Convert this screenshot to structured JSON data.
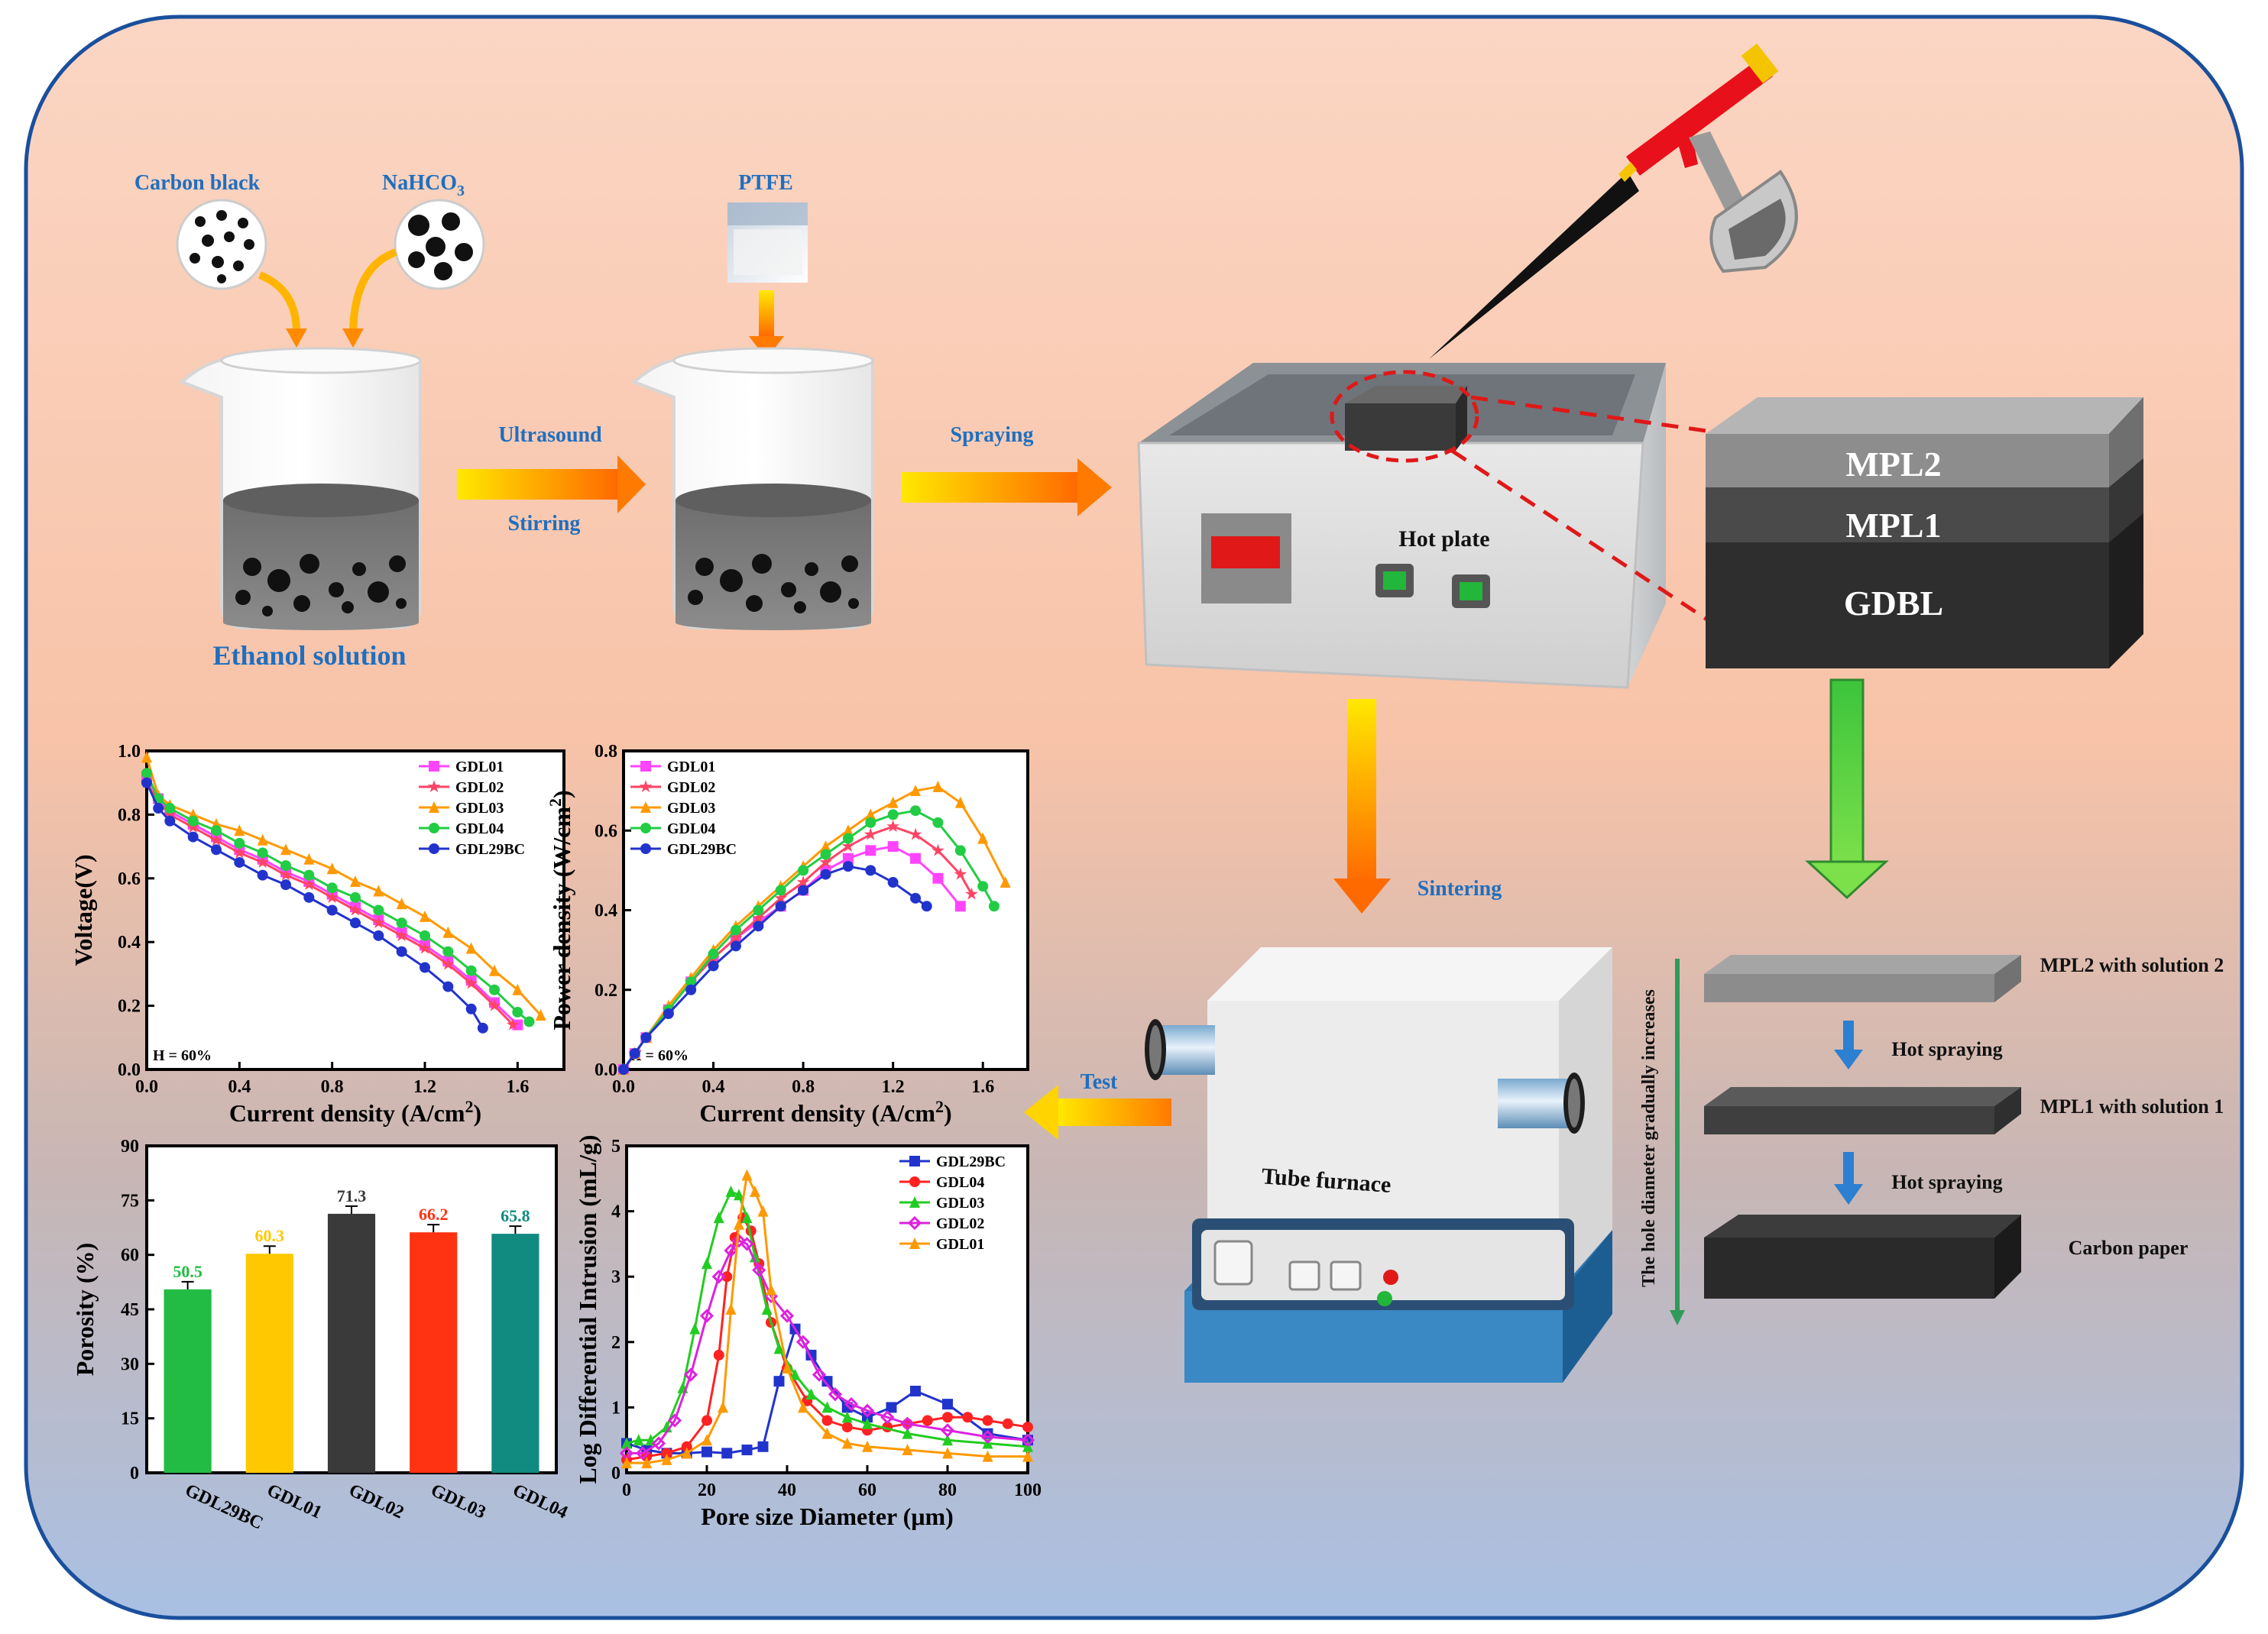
{
  "process": {
    "carbon_black": "Carbon black",
    "nahco3": "NaHCO",
    "nahco3_sub": "3",
    "ptfe": "PTFE",
    "ultrasound": "Ultrasound",
    "stirring": "Stirring",
    "spraying": "Spraying",
    "ethanol": "Ethanol solution",
    "hot_plate": "Hot plate",
    "sintering": "Sintering",
    "tube_furnace": "Tube furnace",
    "test": "Test"
  },
  "layers": {
    "mpl2": "MPL2",
    "mpl1": "MPL1",
    "gdbl": "GDBL"
  },
  "stack": {
    "mpl2_sol": "MPL2 with solution 2",
    "mpl1_sol": "MPL1 with solution 1",
    "carbon_paper": "Carbon paper",
    "hot_spraying_1": "Hot spraying",
    "hot_spraying_2": "Hot spraying",
    "side_text": "The hole diameter gradually increases"
  },
  "colors": {
    "GDL01": "#ff44ff",
    "GDL02": "#ff4466",
    "GDL03": "#ff9900",
    "GDL04": "#22cc44",
    "GDL29BC": "#2233cc",
    "GDL02_pore": "#dd22dd",
    "GDL04_pore": "#ff2222",
    "GDL03_pore": "#22cc22"
  },
  "chart_data": [
    {
      "type": "line",
      "xlabel": "Current density (A/cm",
      "xlabel_sup": "2",
      "xlabel_tail": ")",
      "ylabel": "Voltage(V)",
      "xlim": [
        0,
        1.8
      ],
      "ylim": [
        0,
        1.0
      ],
      "xticks": [
        "0.0",
        "0.4",
        "0.8",
        "1.2",
        "1.6"
      ],
      "yticks": [
        "0.0",
        "0.2",
        "0.4",
        "0.6",
        "0.8",
        "1.0"
      ],
      "annotation": "H = 60%",
      "series": [
        {
          "name": "GDL01",
          "x": [
            0,
            0.05,
            0.1,
            0.2,
            0.3,
            0.4,
            0.5,
            0.6,
            0.7,
            0.8,
            0.9,
            1.0,
            1.1,
            1.2,
            1.3,
            1.4,
            1.5,
            1.6
          ],
          "y": [
            0.92,
            0.85,
            0.81,
            0.77,
            0.73,
            0.69,
            0.66,
            0.62,
            0.59,
            0.55,
            0.51,
            0.47,
            0.43,
            0.39,
            0.34,
            0.28,
            0.21,
            0.14
          ]
        },
        {
          "name": "GDL02",
          "x": [
            0,
            0.05,
            0.1,
            0.2,
            0.3,
            0.4,
            0.5,
            0.6,
            0.7,
            0.8,
            0.9,
            1.0,
            1.1,
            1.2,
            1.3,
            1.4,
            1.5,
            1.58
          ],
          "y": [
            0.9,
            0.84,
            0.8,
            0.76,
            0.72,
            0.68,
            0.65,
            0.61,
            0.58,
            0.54,
            0.5,
            0.46,
            0.42,
            0.38,
            0.33,
            0.27,
            0.2,
            0.14
          ]
        },
        {
          "name": "GDL03",
          "x": [
            0,
            0.05,
            0.1,
            0.2,
            0.3,
            0.4,
            0.5,
            0.6,
            0.7,
            0.8,
            0.9,
            1.0,
            1.1,
            1.2,
            1.3,
            1.4,
            1.5,
            1.6,
            1.7
          ],
          "y": [
            0.98,
            0.86,
            0.83,
            0.8,
            0.77,
            0.75,
            0.72,
            0.69,
            0.66,
            0.63,
            0.59,
            0.56,
            0.52,
            0.48,
            0.43,
            0.38,
            0.31,
            0.25,
            0.17
          ]
        },
        {
          "name": "GDL04",
          "x": [
            0,
            0.05,
            0.1,
            0.2,
            0.3,
            0.4,
            0.5,
            0.6,
            0.7,
            0.8,
            0.9,
            1.0,
            1.1,
            1.2,
            1.3,
            1.4,
            1.5,
            1.6,
            1.65
          ],
          "y": [
            0.93,
            0.85,
            0.82,
            0.78,
            0.75,
            0.71,
            0.68,
            0.64,
            0.61,
            0.57,
            0.54,
            0.5,
            0.46,
            0.42,
            0.37,
            0.31,
            0.25,
            0.18,
            0.15
          ]
        },
        {
          "name": "GDL29BC",
          "x": [
            0,
            0.05,
            0.1,
            0.2,
            0.3,
            0.4,
            0.5,
            0.6,
            0.7,
            0.8,
            0.9,
            1.0,
            1.1,
            1.2,
            1.3,
            1.4,
            1.45
          ],
          "y": [
            0.9,
            0.82,
            0.78,
            0.73,
            0.69,
            0.65,
            0.61,
            0.58,
            0.54,
            0.5,
            0.46,
            0.42,
            0.37,
            0.32,
            0.26,
            0.19,
            0.13
          ]
        }
      ]
    },
    {
      "type": "line",
      "xlabel": "Current density (A/cm",
      "xlabel_sup": "2",
      "xlabel_tail": ")",
      "ylabel": "Power density (W/cm",
      "ylabel_sup": "2",
      "ylabel_tail": ")",
      "xlim": [
        0,
        1.8
      ],
      "ylim": [
        0,
        0.8
      ],
      "xticks": [
        "0.0",
        "0.4",
        "0.8",
        "1.2",
        "1.6"
      ],
      "yticks": [
        "0.0",
        "0.2",
        "0.4",
        "0.6",
        "0.8"
      ],
      "annotation": "H = 60%",
      "series": [
        {
          "name": "GDL01",
          "x": [
            0,
            0.05,
            0.1,
            0.2,
            0.3,
            0.4,
            0.5,
            0.6,
            0.7,
            0.8,
            0.9,
            1.0,
            1.1,
            1.2,
            1.3,
            1.4,
            1.5
          ],
          "y": [
            0,
            0.04,
            0.08,
            0.15,
            0.22,
            0.28,
            0.33,
            0.37,
            0.41,
            0.45,
            0.5,
            0.53,
            0.55,
            0.56,
            0.53,
            0.48,
            0.41
          ]
        },
        {
          "name": "GDL02",
          "x": [
            0,
            0.05,
            0.1,
            0.2,
            0.3,
            0.4,
            0.5,
            0.6,
            0.7,
            0.8,
            0.9,
            1.0,
            1.1,
            1.2,
            1.3,
            1.4,
            1.5,
            1.55
          ],
          "y": [
            0,
            0.04,
            0.08,
            0.15,
            0.22,
            0.28,
            0.33,
            0.38,
            0.43,
            0.47,
            0.52,
            0.56,
            0.59,
            0.61,
            0.59,
            0.55,
            0.49,
            0.44
          ]
        },
        {
          "name": "GDL03",
          "x": [
            0,
            0.05,
            0.1,
            0.2,
            0.3,
            0.4,
            0.5,
            0.6,
            0.7,
            0.8,
            0.9,
            1.0,
            1.1,
            1.2,
            1.3,
            1.4,
            1.5,
            1.6,
            1.7
          ],
          "y": [
            0,
            0.04,
            0.08,
            0.16,
            0.23,
            0.3,
            0.36,
            0.41,
            0.46,
            0.51,
            0.56,
            0.6,
            0.64,
            0.67,
            0.7,
            0.71,
            0.67,
            0.58,
            0.47
          ]
        },
        {
          "name": "GDL04",
          "x": [
            0,
            0.05,
            0.1,
            0.2,
            0.3,
            0.4,
            0.5,
            0.6,
            0.7,
            0.8,
            0.9,
            1.0,
            1.1,
            1.2,
            1.3,
            1.4,
            1.5,
            1.6,
            1.65
          ],
          "y": [
            0,
            0.04,
            0.08,
            0.15,
            0.22,
            0.29,
            0.35,
            0.4,
            0.45,
            0.5,
            0.54,
            0.58,
            0.62,
            0.64,
            0.65,
            0.62,
            0.55,
            0.46,
            0.41
          ]
        },
        {
          "name": "GDL29BC",
          "x": [
            0,
            0.05,
            0.1,
            0.2,
            0.3,
            0.4,
            0.5,
            0.6,
            0.7,
            0.8,
            0.9,
            1.0,
            1.1,
            1.2,
            1.3,
            1.35
          ],
          "y": [
            0,
            0.04,
            0.08,
            0.14,
            0.2,
            0.26,
            0.31,
            0.36,
            0.41,
            0.45,
            0.49,
            0.51,
            0.5,
            0.47,
            0.43,
            0.41
          ]
        }
      ]
    },
    {
      "type": "bar",
      "ylabel": "Porosity (%)",
      "ylim": [
        0,
        90
      ],
      "yticks": [
        "0",
        "15",
        "30",
        "45",
        "60",
        "75",
        "90"
      ],
      "categories": [
        "GDL29BC",
        "GDL01",
        "GDL02",
        "GDL03",
        "GDL04"
      ],
      "values": [
        50.5,
        60.3,
        71.3,
        66.2,
        65.8
      ],
      "labels": [
        "50.5",
        "60.3",
        "71.3",
        "66.2",
        "65.8"
      ],
      "bar_colors": [
        "#22bb44",
        "#ffc800",
        "#3a3a3a",
        "#ff3311",
        "#118a80"
      ],
      "label_colors": [
        "#22bb44",
        "#ffc800",
        "#3a3a3a",
        "#ff3311",
        "#118a80"
      ]
    },
    {
      "type": "line",
      "xlabel": "Pore size Diameter (μm)",
      "ylabel": "Log Differential Intrusion (mL/g)",
      "xlim": [
        0,
        100
      ],
      "ylim": [
        0,
        5
      ],
      "xticks": [
        "0",
        "20",
        "40",
        "60",
        "80",
        "100"
      ],
      "yticks": [
        "0",
        "1",
        "2",
        "3",
        "4",
        "5"
      ],
      "series": [
        {
          "name": "GDL29BC",
          "x": [
            0,
            5,
            10,
            15,
            20,
            25,
            30,
            34,
            38,
            42,
            46,
            50,
            55,
            60,
            66,
            72,
            80,
            90,
            100
          ],
          "y": [
            0.45,
            0.35,
            0.3,
            0.3,
            0.32,
            0.3,
            0.35,
            0.4,
            1.4,
            2.2,
            1.8,
            1.4,
            1.0,
            0.85,
            1.0,
            1.25,
            1.05,
            0.6,
            0.5
          ]
        },
        {
          "name": "GDL04",
          "x": [
            0,
            5,
            10,
            15,
            20,
            23,
            25,
            27,
            29,
            31,
            33,
            36,
            40,
            45,
            50,
            55,
            60,
            65,
            70,
            75,
            80,
            85,
            90,
            95,
            100
          ],
          "y": [
            0.2,
            0.25,
            0.3,
            0.4,
            0.8,
            1.8,
            3.0,
            3.6,
            3.9,
            3.7,
            3.2,
            2.3,
            1.6,
            1.1,
            0.8,
            0.7,
            0.65,
            0.7,
            0.75,
            0.8,
            0.85,
            0.85,
            0.8,
            0.75,
            0.7
          ]
        },
        {
          "name": "GDL03",
          "x": [
            0,
            3,
            6,
            10,
            14,
            17,
            20,
            23,
            26,
            28,
            30,
            32,
            35,
            38,
            42,
            46,
            50,
            55,
            60,
            70,
            80,
            90,
            100
          ],
          "y": [
            0.45,
            0.5,
            0.5,
            0.7,
            1.3,
            2.2,
            3.2,
            3.9,
            4.3,
            4.25,
            3.9,
            3.3,
            2.5,
            1.9,
            1.5,
            1.2,
            1.0,
            0.85,
            0.75,
            0.6,
            0.5,
            0.45,
            0.4
          ]
        },
        {
          "name": "GDL02",
          "x": [
            0,
            4,
            8,
            12,
            16,
            20,
            23,
            26,
            28,
            30,
            33,
            36,
            40,
            44,
            48,
            52,
            56,
            60,
            65,
            70,
            80,
            90,
            100
          ],
          "y": [
            0.3,
            0.3,
            0.45,
            0.8,
            1.5,
            2.4,
            3.0,
            3.4,
            3.55,
            3.5,
            3.1,
            2.7,
            2.4,
            2.0,
            1.5,
            1.2,
            1.05,
            0.95,
            0.85,
            0.75,
            0.65,
            0.55,
            0.5
          ]
        },
        {
          "name": "GDL01",
          "x": [
            0,
            5,
            10,
            15,
            20,
            24,
            26,
            28,
            30,
            32,
            34,
            36,
            40,
            44,
            50,
            55,
            60,
            70,
            80,
            90,
            100
          ],
          "y": [
            0.15,
            0.15,
            0.2,
            0.3,
            0.5,
            1.0,
            2.5,
            3.8,
            4.55,
            4.3,
            4.0,
            2.8,
            1.6,
            1.0,
            0.6,
            0.45,
            0.4,
            0.35,
            0.3,
            0.25,
            0.25
          ]
        }
      ]
    }
  ]
}
